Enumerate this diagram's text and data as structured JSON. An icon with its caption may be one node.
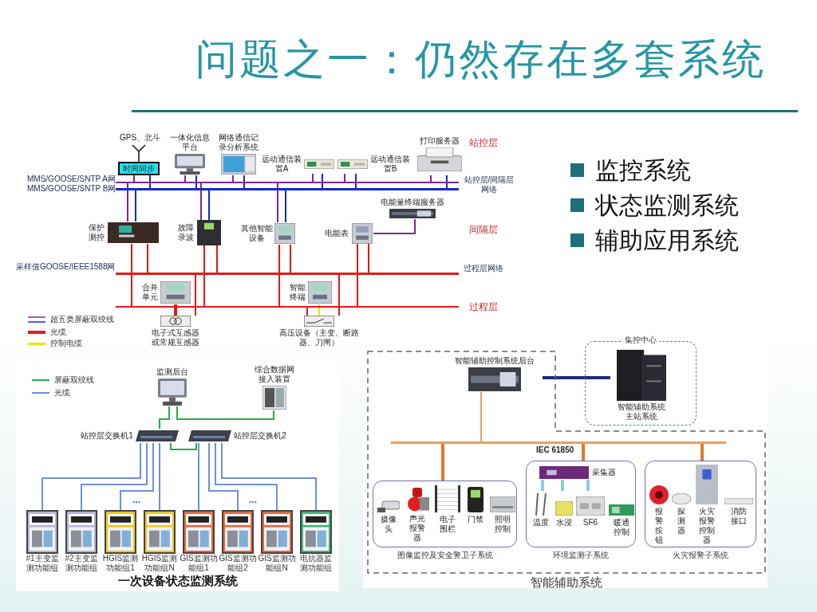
{
  "diagram": {
    "title": "问题之一：仍然存在多套系统",
    "nodes": [
      {
        "text": [],
        "shape": "bar"
      },
      {
        "text": [],
        "shape": "bar"
      },
      {
        "text": [],
        "shape": "bar"
      },
      {
        "text": [],
        "shape": "bar"
      },
      {
        "text": [
          "时间同步"
        ],
        "beside": [
          "GPS、北斗"
        ]
      },
      {
        "text": [
          "一体化信息平台"
        ]
      },
      {
        "text": [
          "网络通信记录分析系统"
        ]
      },
      {
        "text": [
          "远动通信装置A"
        ]
      },
      {
        "text": [
          "远动通信装置B"
        ]
      },
      {
        "text": [
          "打印服务器"
        ]
      },
      {
        "text": [
          "电能量终端服务器"
        ]
      },
      {
        "text": [
          "保护测控"
        ]
      },
      {
        "text": [
          "故障录波"
        ]
      },
      {
        "text": [
          "其他智能设备"
        ]
      },
      {
        "text": [
          "电能表"
        ]
      },
      {
        "text": [
          "合并单元"
        ]
      },
      {
        "text": [
          "智能终端"
        ]
      },
      {
        "text": [
          "电子式互感器或常规互感器"
        ]
      },
      {
        "text": [
          "高压设备（主变、断路器、刀闸）"
        ]
      },
      {
        "text": [
          "一次设备状态监测系统"
        ]
      },
      {
        "text": [
          "监测后台"
        ],
        "in": 19
      },
      {
        "text": [
          "综合数据网接入装置"
        ],
        "in": 19
      },
      {
        "text": [
          "站控层交换机1"
        ],
        "in": 19
      },
      {
        "text": [
          "站控层交换机2"
        ],
        "in": 19
      },
      {
        "text": [
          "#1主变监测功能组"
        ],
        "in": 19
      },
      {
        "text": [
          "#2主变监测功能组"
        ],
        "in": 19
      },
      {
        "text": [
          "HGIS监测功能组1"
        ],
        "in": 19
      },
      {
        "text": [
          "HGIS监测功能组N"
        ],
        "in": 19
      },
      {
        "text": [
          "GIS监测功能组1"
        ],
        "in": 19
      },
      {
        "text": [
          "GIS监测功能组2"
        ],
        "in": 19
      },
      {
        "text": [
          "GIS监测功能组N"
        ],
        "in": 19
      },
      {
        "text": [
          "电抗器监测功能组"
        ],
        "in": 19
      },
      {
        "text": [
          "智能辅助系统"
        ]
      },
      {
        "text": [
          "智能辅助控制系统后台"
        ],
        "in": 32
      },
      {
        "text": [
          "集控中心"
        ]
      },
      {
        "text": [
          "智能辅助系统主站系统"
        ],
        "in": 34
      },
      {
        "text": [],
        "shape": "bar",
        "in": 32
      },
      {
        "text": [
          "图像监控及安全警卫子系统"
        ],
        "in": 32
      },
      {
        "text": [
          "摄像头"
        ],
        "in": 37
      },
      {
        "text": [
          "声光报警器"
        ],
        "in": 37
      },
      {
        "text": [
          "电子围栏"
        ],
        "in": 37
      },
      {
        "text": [
          "门禁"
        ],
        "in": 37
      },
      {
        "text": [
          "照明控制"
        ],
        "in": 37
      },
      {
        "text": [
          "环境监测子系统"
        ],
        "in": 32
      },
      {
        "text": [
          "采集器"
        ],
        "in": 43
      },
      {
        "text": [
          "温度"
        ],
        "in": 43
      },
      {
        "text": [
          "水浸"
        ],
        "in": 43
      },
      {
        "text": [
          "SF6"
        ],
        "in": 43
      },
      {
        "text": [
          "暖通控制"
        ],
        "in": 43
      },
      {
        "text": [
          "火灾报警子系统"
        ],
        "in": 32
      },
      {
        "text": [
          "报警按钮"
        ],
        "in": 49
      },
      {
        "text": [
          "探测器"
        ],
        "in": 49
      },
      {
        "text": [
          "火灾报警控制器"
        ],
        "in": 49
      },
      {
        "text": [
          "消防接口"
        ],
        "in": 49
      }
    ],
    "edges": [
      {
        "from": 4,
        "to": 0,
        "arrow": "none",
        "color": "#7a2a8c"
      },
      {
        "from": 4,
        "to": 1,
        "arrow": "none",
        "color": "#1428d8"
      },
      {
        "from": 5,
        "to": 0,
        "arrow": "none",
        "color": "#7a2a8c"
      },
      {
        "from": 5,
        "to": 1,
        "arrow": "none",
        "color": "#1428d8"
      },
      {
        "from": 6,
        "to": 0,
        "arrow": "none",
        "color": "#7a2a8c"
      },
      {
        "from": 6,
        "to": 1,
        "arrow": "none",
        "color": "#1428d8"
      },
      {
        "from": 7,
        "to": 0,
        "arrow": "none",
        "color": "#7a2a8c"
      },
      {
        "from": 7,
        "to": 1,
        "arrow": "none",
        "color": "#1428d8"
      },
      {
        "from": 8,
        "to": 0,
        "arrow": "none",
        "color": "#7a2a8c"
      },
      {
        "from": 8,
        "to": 1,
        "arrow": "none",
        "color": "#1428d8"
      },
      {
        "from": 9,
        "to": 0,
        "arrow": "none",
        "color": "#7a2a8c"
      },
      {
        "from": 9,
        "to": 1,
        "arrow": "none",
        "color": "#1428d8"
      },
      {
        "from": 0,
        "to": 11,
        "arrow": "none",
        "color": "#7a2a8c"
      },
      {
        "from": 1,
        "to": 11,
        "arrow": "none",
        "color": "#1428d8"
      },
      {
        "from": 0,
        "to": 12,
        "arrow": "none",
        "color": "#7a2a8c"
      },
      {
        "from": 1,
        "to": 12,
        "arrow": "none",
        "color": "#1428d8"
      },
      {
        "from": 0,
        "to": 13,
        "arrow": "none",
        "color": "#7a2a8c"
      },
      {
        "from": 1,
        "to": 13,
        "arrow": "none",
        "color": "#1428d8"
      },
      {
        "from": 10,
        "to": 14,
        "arrow": "none",
        "color": "#7a2a8c"
      },
      {
        "from": 11,
        "to": 2,
        "arrow": "none",
        "color": "#e21a1a"
      },
      {
        "from": 11,
        "to": 3,
        "arrow": "none",
        "color": "#e21a1a"
      },
      {
        "from": 12,
        "to": 2,
        "arrow": "none",
        "color": "#e21a1a"
      },
      {
        "from": 12,
        "to": 3,
        "arrow": "none",
        "color": "#e21a1a"
      },
      {
        "from": 13,
        "to": 2,
        "arrow": "none",
        "color": "#e21a1a"
      },
      {
        "from": 13,
        "to": 3,
        "arrow": "none",
        "color": "#e21a1a"
      },
      {
        "from": 14,
        "to": 2,
        "arrow": "none",
        "color": "#e21a1a"
      },
      {
        "from": 14,
        "to": 3,
        "arrow": "none",
        "color": "#e21a1a"
      },
      {
        "from": 15,
        "to": 17,
        "arrow": "none",
        "color": "#e21a1a",
        "style": "thick"
      },
      {
        "from": 17,
        "to": 2,
        "arrow": "none",
        "color": "#e21a1a"
      },
      {
        "from": 16,
        "to": 18,
        "arrow": "none",
        "color": "#f2e600"
      },
      {
        "from": 18,
        "to": 2,
        "arrow": "none",
        "color": "#e21a1a"
      },
      {
        "from": 18,
        "to": 3,
        "arrow": "none",
        "color": "#e21a1a"
      },
      {
        "from": 20,
        "to": 22,
        "arrow": "none",
        "color": "#2eaa4a"
      },
      {
        "from": 20,
        "to": 21,
        "arrow": "none",
        "color": "#2eaa4a"
      },
      {
        "from": 22,
        "to": 23,
        "arrow": "none",
        "color": "#2eaa4a"
      },
      {
        "from": 22,
        "to": 24,
        "arrow": "none",
        "color": "#6f8fe0"
      },
      {
        "from": 22,
        "to": 25,
        "arrow": "none",
        "color": "#6f8fe0"
      },
      {
        "from": 22,
        "to": 26,
        "arrow": "none",
        "color": "#6f8fe0"
      },
      {
        "from": 22,
        "to": 27,
        "arrow": "none",
        "color": "#6f8fe0"
      },
      {
        "from": 23,
        "to": 28,
        "arrow": "none",
        "color": "#6f8fe0"
      },
      {
        "from": 23,
        "to": 29,
        "arrow": "none",
        "color": "#6f8fe0"
      },
      {
        "from": 23,
        "to": 30,
        "arrow": "none",
        "color": "#6f8fe0"
      },
      {
        "from": 23,
        "to": 31,
        "arrow": "none",
        "color": "#6f8fe0"
      },
      {
        "from": 33,
        "to": 35,
        "arrow": "none",
        "color": "#1e2a78",
        "style": "thick"
      },
      {
        "from": 33,
        "to": 36,
        "arrow": "none",
        "color": "#e8a060"
      },
      {
        "from": 36,
        "to": 37,
        "arrow": "none",
        "color": "#e07a30",
        "style": "thick"
      },
      {
        "from": 36,
        "to": 43,
        "arrow": "none",
        "color": "#e07a30",
        "style": "thick"
      },
      {
        "from": 36,
        "to": 49,
        "arrow": "none",
        "color": "#e07a30",
        "style": "thick"
      },
      {
        "from": 44,
        "to": 45,
        "arrow": "none",
        "color": "#8ecbf0",
        "style": "thick"
      },
      {
        "from": 44,
        "to": 46,
        "arrow": "none",
        "color": "#8ecbf0",
        "style": "thick"
      },
      {
        "from": 44,
        "to": 47,
        "arrow": "none",
        "color": "#8ecbf0",
        "style": "thick"
      }
    ],
    "labels": [
      "站控层",
      "站控层/间隔层网络",
      "间隔层",
      "过程层网络",
      "过程层",
      "MMS/GOOSE/SNTP A网",
      "MMS/GOOSE/SNTP B网",
      "采样值GOOSE/IEEE1588网",
      "...",
      "...",
      "IEC 61850",
      "监控系统",
      "状态监测系统",
      "辅助应用系统"
    ],
    "legend": [
      {
        "text": "超五类屏蔽双绞线"
      },
      {
        "text": "光缆",
        "color": "#e21a1a"
      },
      {
        "text": "控制电缆",
        "color": "#f2e600"
      },
      {
        "text": "屏蔽双绞线",
        "color": "#2eaa4a"
      },
      {
        "text": "光缆",
        "color": "#6f8fe0"
      }
    ]
  }
}
